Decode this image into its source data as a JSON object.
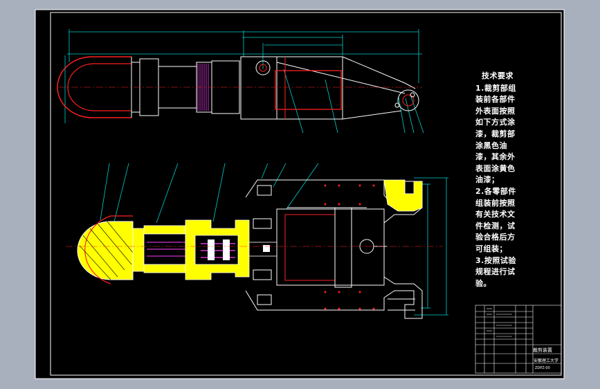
{
  "technical_requirements": {
    "title": "技术要求",
    "lines": [
      "1.裁剪部组",
      "装前各部件",
      "外表面按照",
      "如下方式涂",
      "漆，裁剪部",
      "涂黑色油",
      "漆，其余外",
      "表面涂黄色",
      "油漆；",
      "2.各零部件",
      "组装前按照",
      "有关技术文",
      "件检测，试",
      "验合格后方",
      "可组装；",
      "3.按照试验",
      "规程进行试",
      "验。"
    ]
  },
  "title_block": {
    "drawing_name": "裁剪装置",
    "school": "安徽理工大学",
    "number": "ZDPZ-00"
  },
  "colors": {
    "background": "#a9b0bd",
    "sheet": "#000000",
    "frame": "#ffffff",
    "outline": "#ffffff",
    "red_line": "#ff2020",
    "section_fill": "#ffff00",
    "dimension": "#00d0d0",
    "magenta": "#ff40ff"
  }
}
